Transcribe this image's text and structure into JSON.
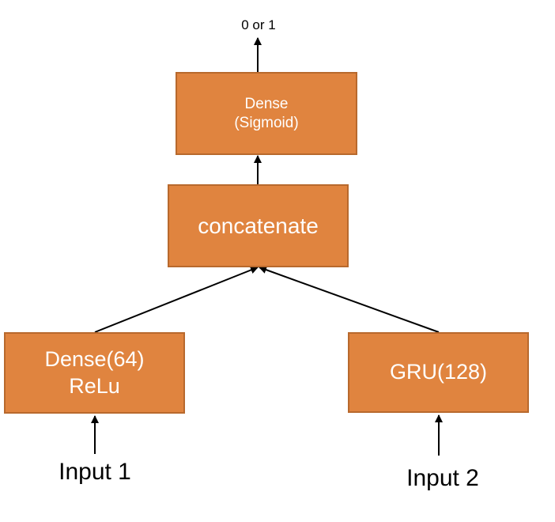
{
  "output_label": "0 or 1",
  "nodes": {
    "dense_sigmoid": {
      "line1": "Dense",
      "line2": "(Sigmoid)"
    },
    "concatenate": {
      "label": "concatenate"
    },
    "dense64": {
      "line1": "Dense(64)",
      "line2": "ReLu"
    },
    "gru": {
      "label": "GRU(128)"
    }
  },
  "inputs": {
    "input1": "Input 1",
    "input2": "Input 2"
  },
  "colors": {
    "box_fill": "#e0843f",
    "box_border": "#b8692d",
    "box_text": "#ffffff",
    "arrow": "#000000"
  }
}
